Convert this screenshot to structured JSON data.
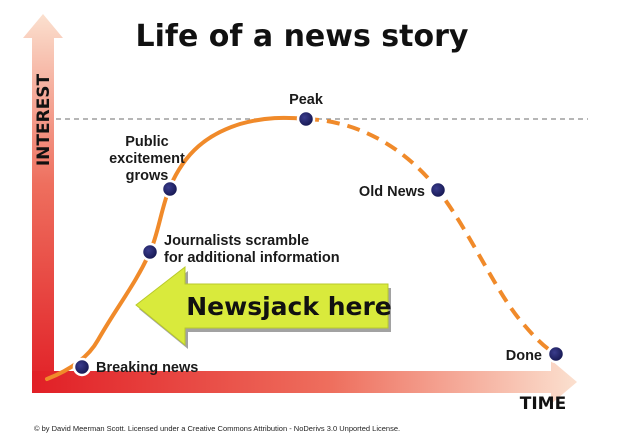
{
  "title": "Life of a news story",
  "axes": {
    "y_label": "INTEREST",
    "x_label": "TIME"
  },
  "stages": [
    {
      "id": "breaking",
      "lines": [
        "Breaking news"
      ]
    },
    {
      "id": "journalists",
      "lines": [
        "Journalists scramble",
        "for additional information"
      ]
    },
    {
      "id": "public",
      "lines": [
        "Public",
        "excitement",
        "grows"
      ]
    },
    {
      "id": "peak",
      "lines": [
        "Peak"
      ]
    },
    {
      "id": "oldnews",
      "lines": [
        "Old News"
      ]
    },
    {
      "id": "done",
      "lines": [
        "Done"
      ]
    }
  ],
  "callout": {
    "text": "Newsjack here"
  },
  "credit": "© by David Meerman Scott. Licensed under a Creative Commons Attribution - NoDerivs 3.0 Unported License.",
  "colors": {
    "curve": "#f08a2a",
    "marker": "#1f2168",
    "arrow_fill": "#d9ea3c",
    "axis_red": "#e11f26",
    "axis_light": "#f6c8a8"
  }
}
